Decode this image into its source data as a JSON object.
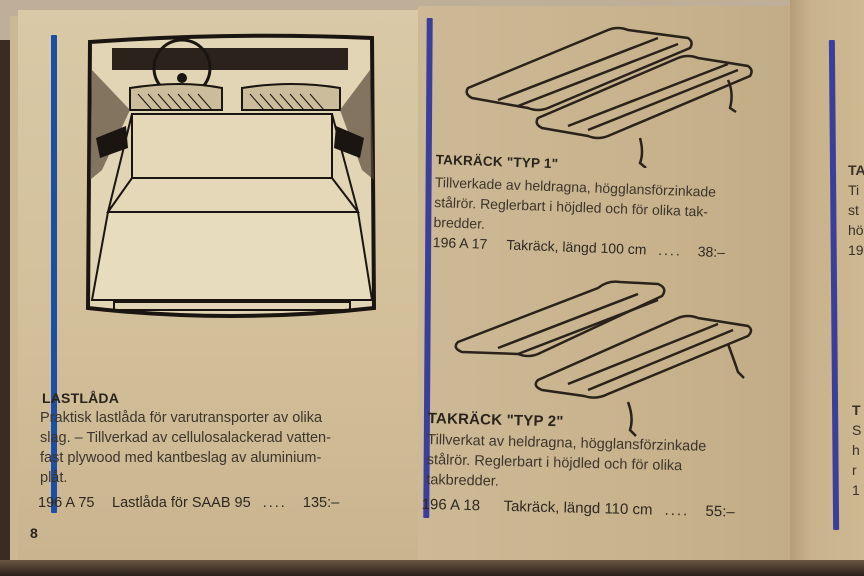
{
  "document": {
    "type": "Accessory catalog spread (Swedish, SAAB)",
    "page_number": "8"
  },
  "left_page": {
    "illustration": "cargo-box-in-car-illustration",
    "item": {
      "heading": "LASTLÅDA",
      "description_lines": [
        "Praktisk lastlåda för varutransporter av olika",
        "slag. – Tillverkad av cellulosalackerad vatten-",
        "fast plywood med kantbeslag av aluminium-",
        "plåt."
      ],
      "article_code": "196 A 75",
      "article_name": "Lastlåda för SAAB 95",
      "dots": "....",
      "price": "135:–"
    }
  },
  "right_page": {
    "items": [
      {
        "illustration": "roof-rack-type-1-illustration",
        "heading": "TAKRÄCK \"TYP 1\"",
        "description_lines": [
          "Tillverkade av heldragna, högglansförzinkade",
          "stålrör. Reglerbart i höjdled och för olika tak-",
          "bredder."
        ],
        "article_code": "196 A 17",
        "article_name": "Takräck, längd 100 cm",
        "dots": "....",
        "price": "38:–"
      },
      {
        "illustration": "roof-rack-type-2-illustration",
        "heading": "TAKRÄCK \"TYP 2\"",
        "description_lines": [
          "Tillverkat av heldragna, högglansförzinkade",
          "stålrör. Reglerbart i höjdled och för olika",
          "takbredder."
        ],
        "article_code": "196 A 18",
        "article_name": "Takräck, längd 110 cm",
        "dots": "....",
        "price": "55:–"
      }
    ]
  },
  "next_page_partial": {
    "upper_fragment": [
      "TA",
      "Ti",
      "st",
      "hö",
      "19"
    ],
    "lower_fragment": [
      "T",
      "S",
      "h",
      "r",
      "1"
    ]
  },
  "colors": {
    "paper": "#d2bf9a",
    "accent_bar_blue": "#1d4ea6",
    "accent_bar_purple": "#3b3f9a",
    "ink": "#2a231c"
  }
}
